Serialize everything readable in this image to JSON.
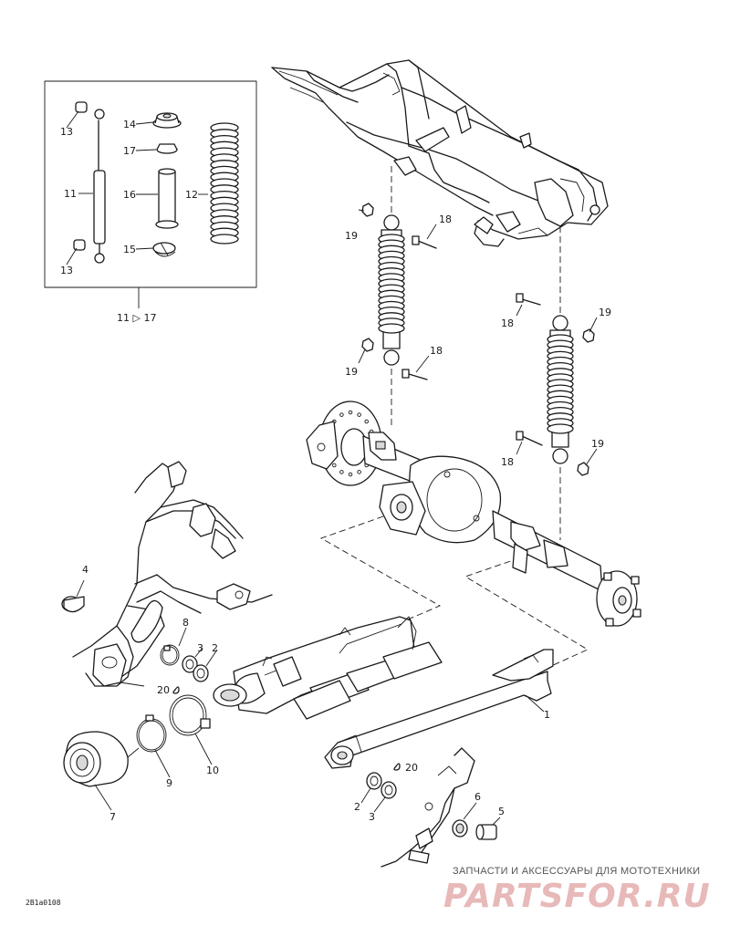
{
  "diagram": {
    "callouts": [
      {
        "id": "c1",
        "text": "1"
      },
      {
        "id": "c2a",
        "text": "2"
      },
      {
        "id": "c2b",
        "text": "2"
      },
      {
        "id": "c3a",
        "text": "3"
      },
      {
        "id": "c3b",
        "text": "3"
      },
      {
        "id": "c4",
        "text": "4"
      },
      {
        "id": "c5",
        "text": "5"
      },
      {
        "id": "c6",
        "text": "6"
      },
      {
        "id": "c7",
        "text": "7"
      },
      {
        "id": "c8",
        "text": "8"
      },
      {
        "id": "c9",
        "text": "9"
      },
      {
        "id": "c10",
        "text": "10"
      },
      {
        "id": "c11",
        "text": "11"
      },
      {
        "id": "c12",
        "text": "12"
      },
      {
        "id": "c13a",
        "text": "13"
      },
      {
        "id": "c13b",
        "text": "13"
      },
      {
        "id": "c14",
        "text": "14"
      },
      {
        "id": "c15",
        "text": "15"
      },
      {
        "id": "c16",
        "text": "16"
      },
      {
        "id": "c17",
        "text": "17"
      },
      {
        "id": "c18a",
        "text": "18"
      },
      {
        "id": "c18b",
        "text": "18"
      },
      {
        "id": "c18c",
        "text": "18"
      },
      {
        "id": "c18d",
        "text": "18"
      },
      {
        "id": "c19a",
        "text": "19"
      },
      {
        "id": "c19b",
        "text": "19"
      },
      {
        "id": "c19c",
        "text": "19"
      },
      {
        "id": "c19d",
        "text": "19"
      },
      {
        "id": "c20a",
        "text": "20"
      },
      {
        "id": "c20b",
        "text": "20"
      }
    ],
    "kit_label": "11 ▷ 17",
    "drawing_code": "2B1a0108"
  },
  "watermark": {
    "subtitle": "ЗАПЧАСТИ И АКСЕССУАРЫ ДЛЯ МОТОТЕХНИКИ",
    "brand": "PARTSFOR.RU",
    "color": "#e8b9b9"
  }
}
